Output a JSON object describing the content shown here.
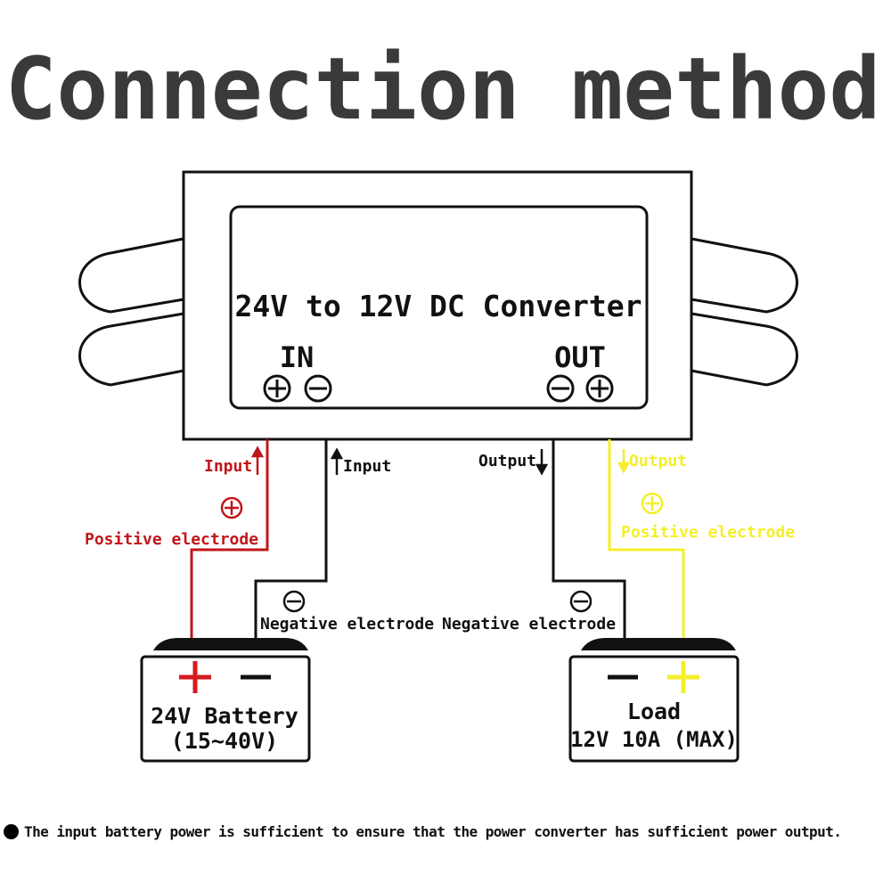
{
  "title": "Connection method",
  "converter": {
    "label": "24V to 12V DC Converter",
    "in_label": "IN",
    "out_label": "OUT",
    "plus_symbol": "⊕",
    "minus_symbol": "⊖"
  },
  "wires": {
    "input_pos_label": "Input",
    "input_neg_label": "Input",
    "output_neg_label": "Output",
    "output_pos_label": "Output",
    "positive_electrode": "Positive electrode",
    "negative_electrode": "Negative electrode",
    "plus_symbol": "⊕",
    "minus_symbol": "⊖"
  },
  "battery": {
    "name": "24V Battery",
    "range": "(15~40V)",
    "plus": "+",
    "minus": "−"
  },
  "load": {
    "name": "Load",
    "spec": "12V 10A (MAX)",
    "plus": "+",
    "minus": "−"
  },
  "note": "The input battery power is sufficient to ensure that the power converter has sufficient power output.",
  "colors": {
    "positive_in": "#c0161a",
    "positive_out": "#f4ef2a",
    "negative": "#111111",
    "title": "#3a3a3a"
  }
}
